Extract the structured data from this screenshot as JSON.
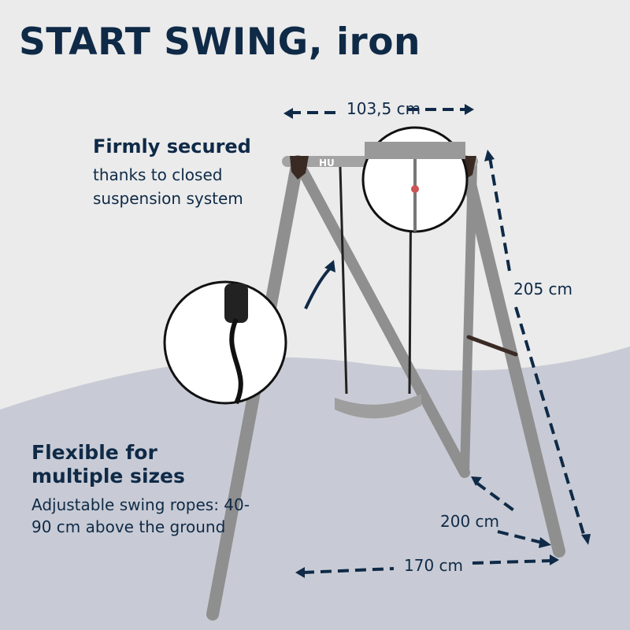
{
  "title": "START SWING, iron",
  "feature_secured": {
    "heading": "Firmly secured",
    "body": "thanks to closed suspension system"
  },
  "feature_flexible": {
    "heading": "Flexible for multiple sizes",
    "body": "Adjustable swing ropes: 40-90 cm above the ground"
  },
  "dimensions": {
    "top_width": "103,5 cm",
    "height": "205 cm",
    "depth": "200 cm",
    "base_width": "170 cm"
  },
  "brand_on_bar": "HU",
  "colors": {
    "text": "#0f2a47",
    "background": "#ebebeb",
    "ground_wave": "#c8cbd5",
    "frame": "#9a9a9a"
  }
}
